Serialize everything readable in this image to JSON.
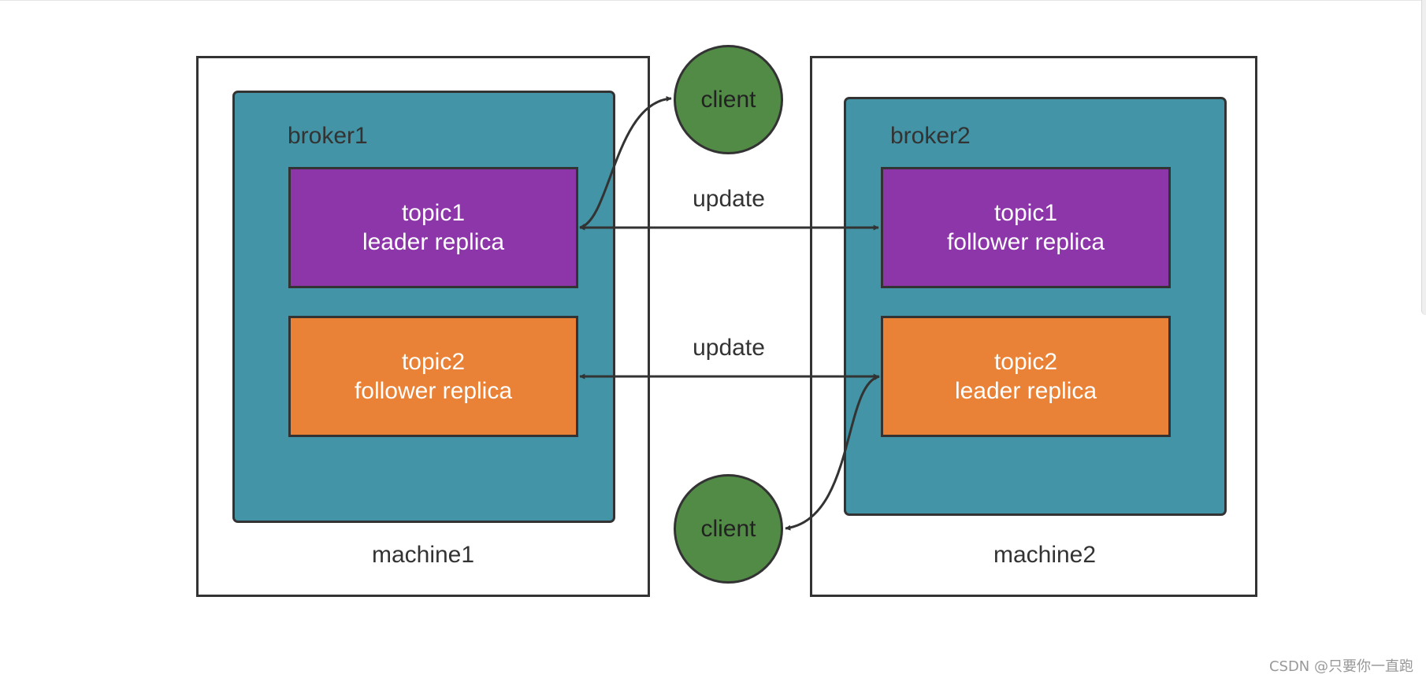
{
  "diagram": {
    "machine1": {
      "label": "machine1"
    },
    "machine2": {
      "label": "machine2"
    },
    "broker1": {
      "label": "broker1"
    },
    "broker2": {
      "label": "broker2"
    },
    "broker1_topic1": {
      "line1": "topic1",
      "line2": "leader replica",
      "color": "#8d36aa"
    },
    "broker1_topic2": {
      "line1": "topic2",
      "line2": "follower replica",
      "color": "#e98236"
    },
    "broker2_topic1": {
      "line1": "topic1",
      "line2": "follower replica",
      "color": "#8d36aa"
    },
    "broker2_topic2": {
      "line1": "topic2",
      "line2": "leader replica",
      "color": "#e98236"
    },
    "client_top": {
      "label": "client",
      "color": "#528b46"
    },
    "client_bottom": {
      "label": "client",
      "color": "#528b46"
    },
    "edge_labels": {
      "update_topic1": "update",
      "update_topic2": "update"
    },
    "broker_color": "#4294a6"
  },
  "watermark": "CSDN @只要你一直跑"
}
